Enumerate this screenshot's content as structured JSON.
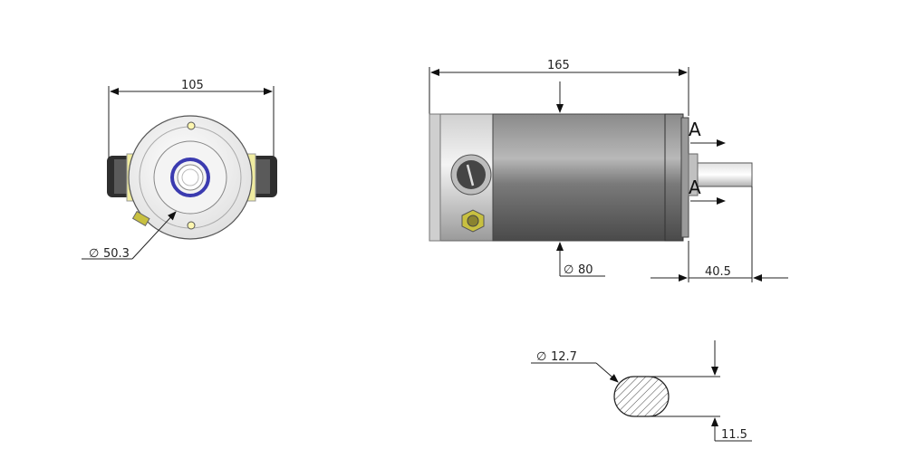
{
  "front_view": {
    "width_dim": "105",
    "diameter_dim": "50.3",
    "diameter_symbol": "∅"
  },
  "side_view": {
    "length_dim": "165",
    "body_diameter_dim": "80",
    "shaft_length_dim": "40.5",
    "section_label_top": "A",
    "section_label_bottom": "A",
    "diameter_symbol": "∅"
  },
  "section_view": {
    "shaft_diameter_dim": "12.7",
    "flat_dim": "11.5",
    "diameter_symbol": "∅"
  },
  "colors": {
    "body_dark": "#6e6e6e",
    "body_light": "#d8d8d8",
    "endcap": "#e6e6e6",
    "ring_blue": "#3b3bb0",
    "terminal_yellow": "#c8c040",
    "gland_dark": "#3a3a3a"
  }
}
